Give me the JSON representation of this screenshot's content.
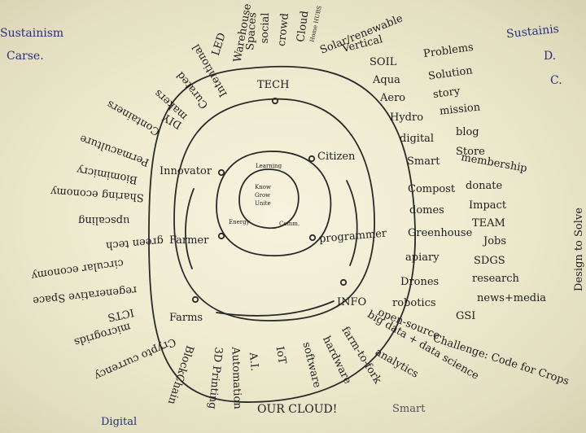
{
  "top_left_note": [
    "Sustainism",
    "Carse."
  ],
  "top_right_note": [
    "Sustainis",
    "D.",
    "C."
  ],
  "center_words": [
    "Know",
    "Grow",
    "Unite"
  ],
  "inner_ring": [
    "Learning",
    "Energy",
    "Comm."
  ],
  "middle_ring": [
    "Innovator",
    "Citizen",
    "Farmer",
    "programmer"
  ],
  "outer_ring": [
    "TECH",
    "Farms",
    "INFO"
  ],
  "top_words": [
    "LED",
    "Warehouse",
    "Spaces",
    "social",
    "crowd",
    "Cloud",
    "Home HUBS",
    "Solar/renewable",
    "Vertical"
  ],
  "right_column_a": [
    "SOIL",
    "Aqua",
    "Aero",
    "Hydro",
    "digital",
    "Smart",
    "Compost",
    "domes",
    "Greenhouse",
    "apiary",
    "Drones",
    "robotics"
  ],
  "right_column_b": [
    "Problems",
    "Solution",
    "story",
    "mission",
    "blog",
    "Store",
    "membership",
    "donate",
    "Impact",
    "TEAM",
    "Jobs",
    "SDGS",
    "research",
    "news+media",
    "GSI"
  ],
  "lower_right_words": [
    "open-source",
    "big data + data science",
    "analytics",
    "farm-to-fork",
    "hardware",
    "software",
    "IoT",
    "A.I.",
    "Automation",
    "3D Printing",
    "BlockChain"
  ],
  "challenge": "Challenge: Code for Crops",
  "design_note": "Design to Solve",
  "left_words": [
    "Intentional",
    "Curated",
    "makers",
    "DIY",
    "Containers",
    "Permaculture",
    "Biomimicry",
    "Sharing economy",
    "upscaling",
    "green tech",
    "circular economy",
    "regenerative Space",
    "ICTS",
    "microgrids",
    "Crypto currency"
  ],
  "bottom_center": "OUR CLOUD!",
  "bottom_left": "Digital",
  "bottom_right": "Smart",
  "colors": {
    "ink": "#1e1e1e",
    "blue_ink": "#2a2f7a",
    "paper": "#f4f1da"
  }
}
